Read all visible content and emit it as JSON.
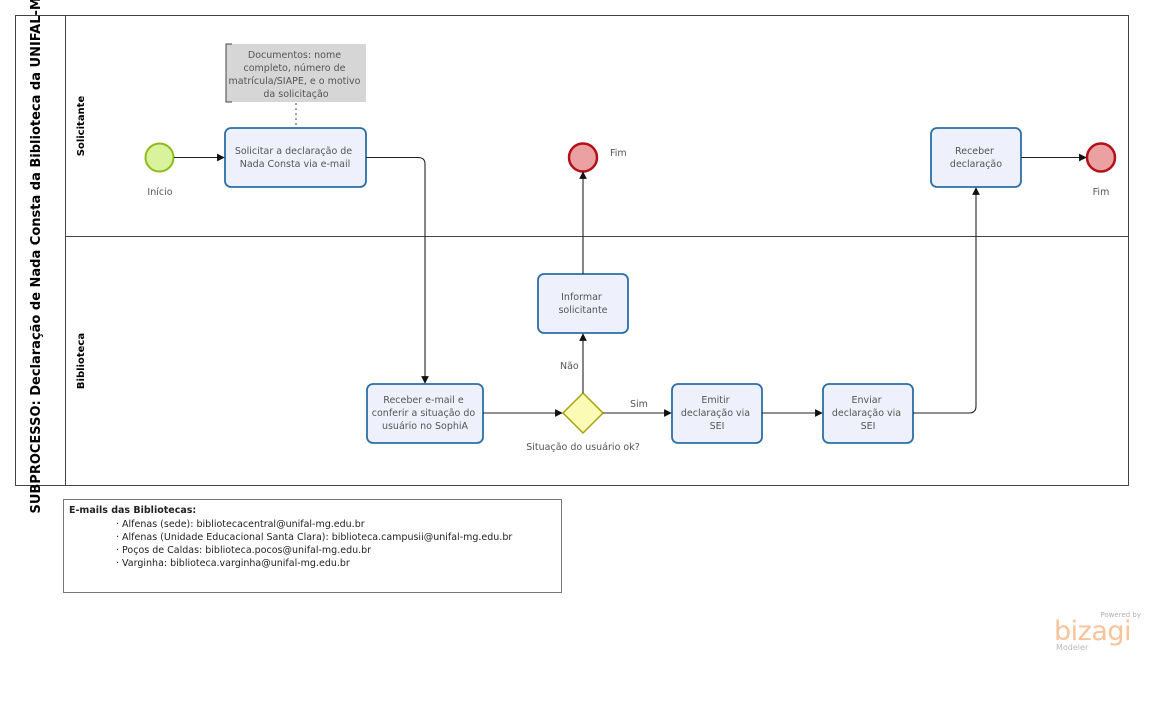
{
  "pool": {
    "title": "SUBPROCESSO: Declaração de Nada Consta da Biblioteca da UNIFAL-MG"
  },
  "lanes": [
    {
      "id": "solicitante",
      "title": "Solicitante"
    },
    {
      "id": "biblioteca",
      "title": "Biblioteca"
    }
  ],
  "events": {
    "start": {
      "label": "Início"
    },
    "end_no": {
      "label": "Fim"
    },
    "end_ok": {
      "label": "Fim"
    }
  },
  "annotation": {
    "lines": [
      "Documentos: nome",
      "completo, número de",
      "matrícula/SIAPE, e o motivo",
      "da solicitação"
    ]
  },
  "tasks": {
    "solicitar": {
      "lines": [
        "Solicitar a declaração de",
        "Nada Consta via e-mail"
      ]
    },
    "receber_email": {
      "lines": [
        "Receber e-mail e",
        "conferir a situação do",
        "usuário no SophiA"
      ]
    },
    "informar": {
      "lines": [
        "Informar",
        "solicitante"
      ]
    },
    "emitir": {
      "lines": [
        "Emitir",
        "declaração via",
        "SEI"
      ]
    },
    "enviar": {
      "lines": [
        "Enviar",
        "declaração via",
        "SEI"
      ]
    },
    "receber_decl": {
      "lines": [
        "Receber",
        "declaração"
      ]
    }
  },
  "gateway": {
    "label": "Situação do usuário ok?",
    "yes": "Sim",
    "no": "Não"
  },
  "notes": {
    "title": "E-mails das Bibliotecas:",
    "items": [
      "· Alfenas (sede): bibliotecacentral@unifal-mg.edu.br",
      "· Alfenas (Unidade Educacional Santa Clara): biblioteca.campusii@unifal-mg.edu.br",
      "· Poços de Caldas: biblioteca.pocos@unifal-mg.edu.br",
      "· Varginha: biblioteca.varginha@unifal-mg.edu.br"
    ]
  },
  "branding": {
    "powered_by": "Powered by",
    "logo": "bizagi",
    "product": "Modeler"
  },
  "colors": {
    "start_fill": "#d9f29b",
    "start_stroke": "#8dbb1b",
    "end_fill": "#eba1a1",
    "end_stroke": "#b3101a",
    "task_fill": "#eef1fb",
    "task_stroke": "#2a6ea8",
    "gateway_fill": "#fbfbb6",
    "gateway_stroke": "#a6a20b",
    "annotation_fill": "#d6d6d6"
  }
}
